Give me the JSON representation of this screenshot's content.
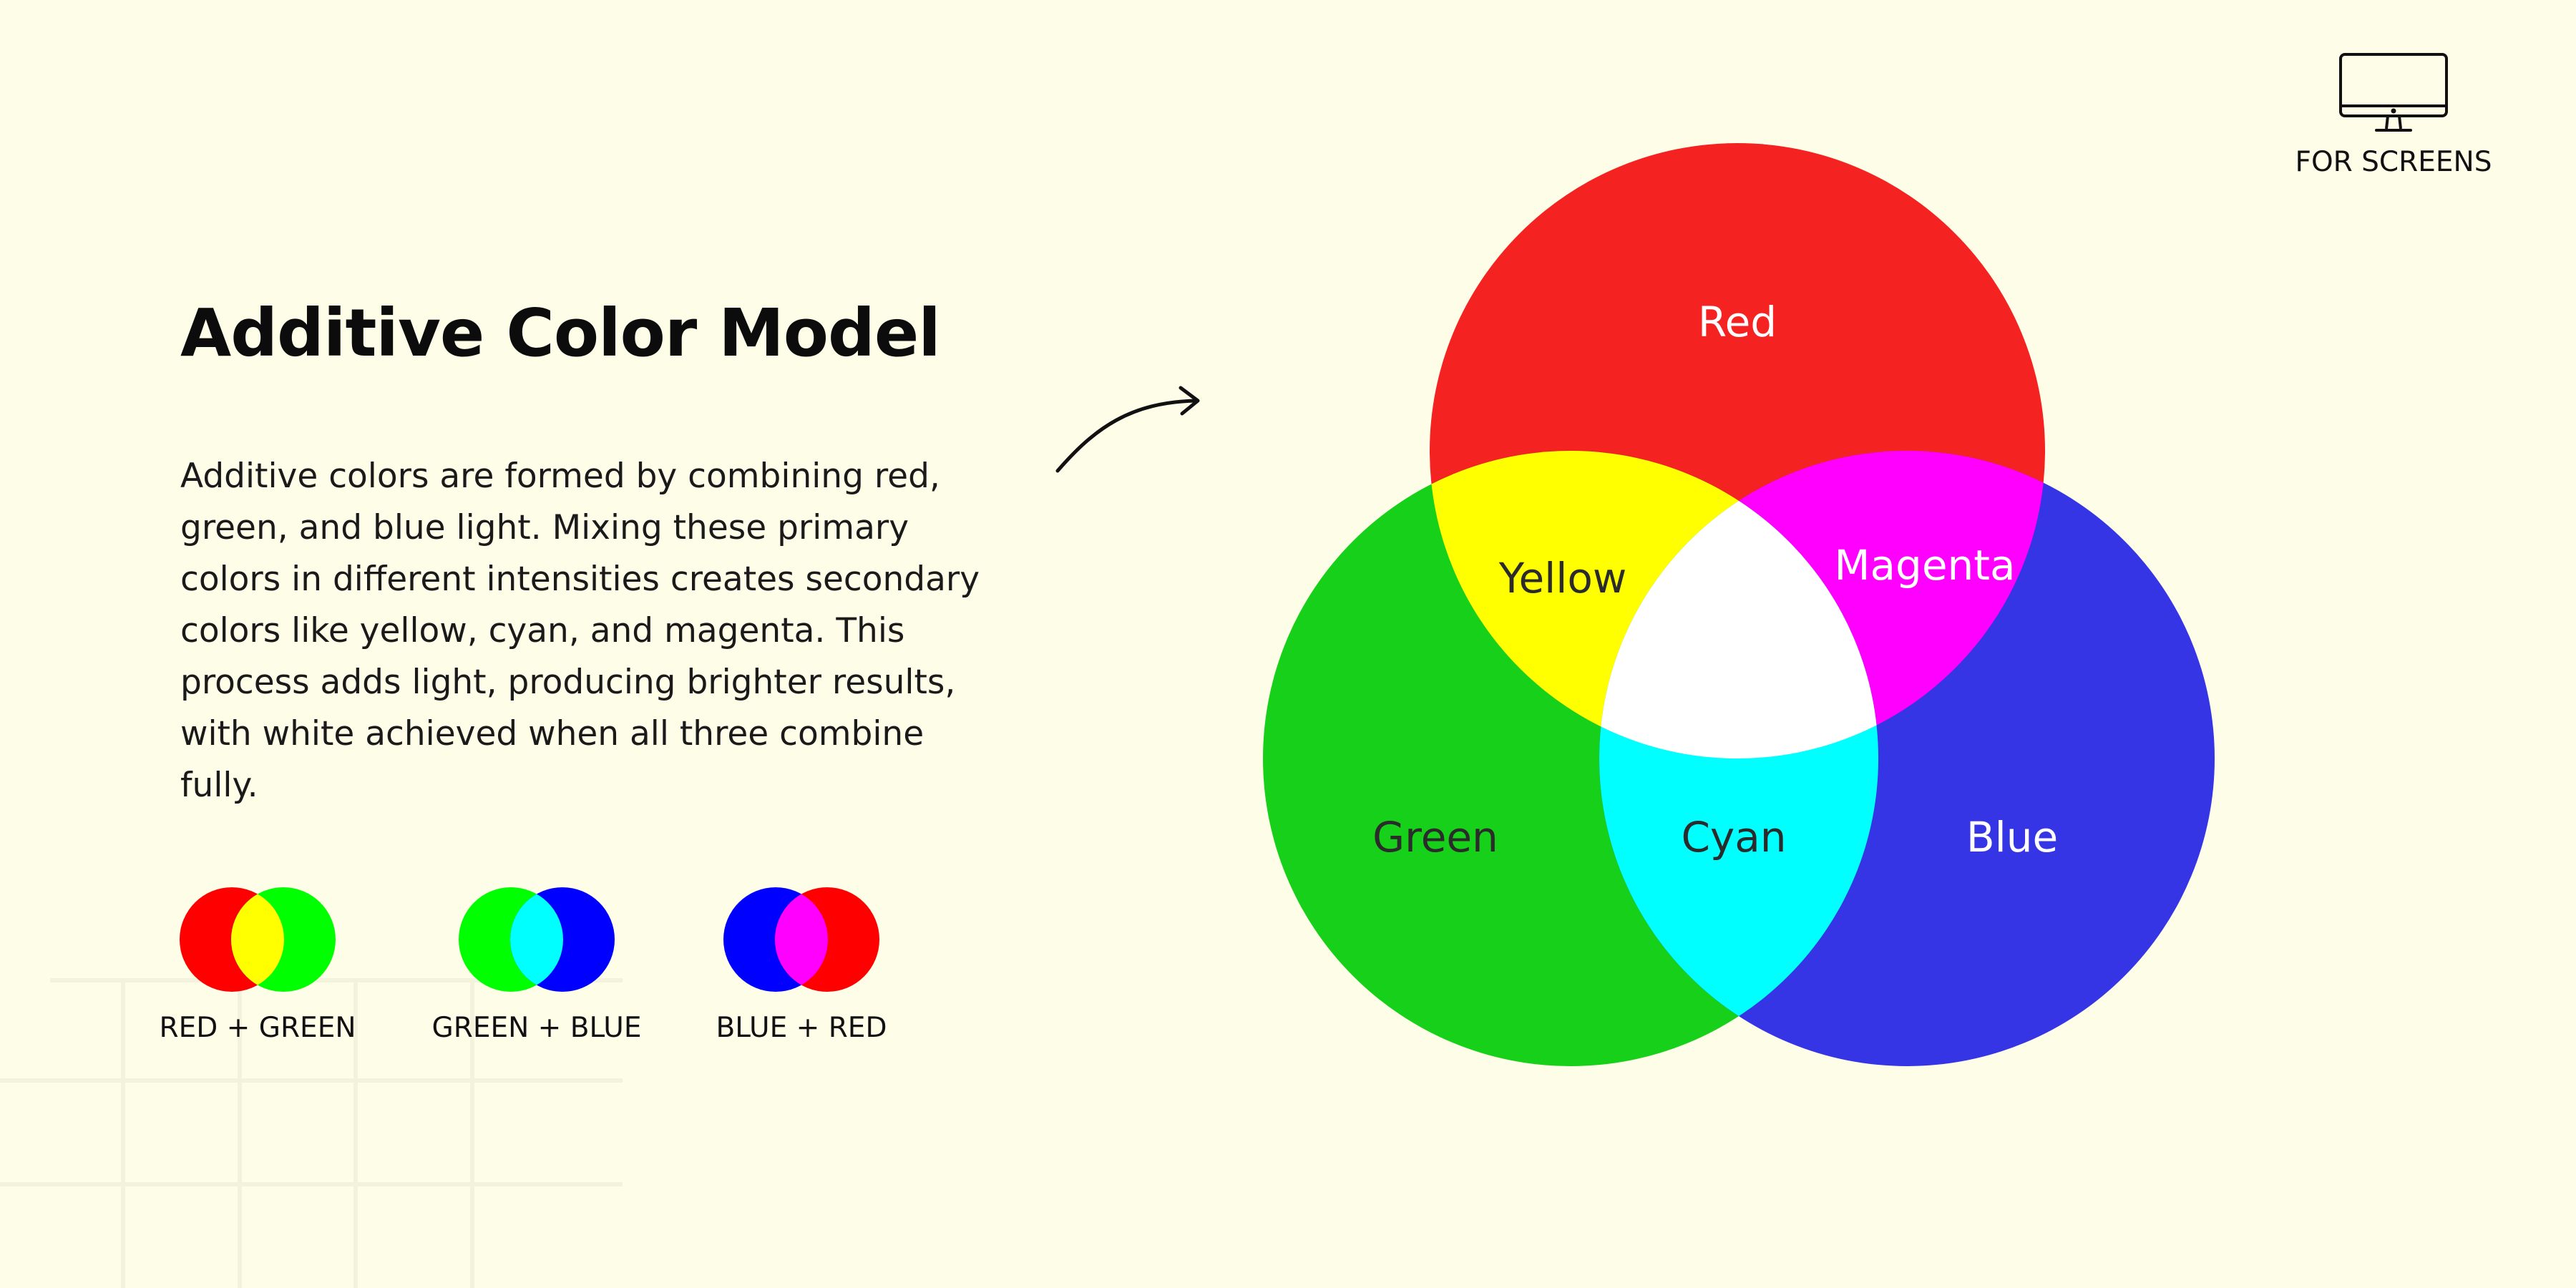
{
  "header": {
    "badge_label": "FOR SCREENS",
    "badge_icon": "monitor-icon"
  },
  "main": {
    "title": "Additive Color Model",
    "description": "Additive colors are formed by combining red, green, and blue light. Mixing these primary colors in different intensities creates secondary colors like yellow, cyan, and magenta. This process adds light, producing brighter results, with white achieved when all three combine fully."
  },
  "examples": [
    {
      "label": "RED + GREEN",
      "left_color": "#FF0000",
      "right_color": "#00FF00",
      "overlap_color": "#FFFF00"
    },
    {
      "label": "GREEN + BLUE",
      "left_color": "#00FF00",
      "right_color": "#0000FF",
      "overlap_color": "#00FFFF"
    },
    {
      "label": "BLUE + RED",
      "left_color": "#0000FF",
      "right_color": "#FF0000",
      "overlap_color": "#FF00FF"
    }
  ],
  "venn": {
    "circles": [
      {
        "name": "Red",
        "label": "Red",
        "color": "#F52222"
      },
      {
        "name": "Green",
        "label": "Green",
        "color": "#17D019"
      },
      {
        "name": "Blue",
        "label": "Blue",
        "color": "#3535E6"
      }
    ],
    "overlaps": [
      {
        "label": "Yellow",
        "color": "#FFFF00"
      },
      {
        "label": "Magenta",
        "color": "#FF00FF"
      },
      {
        "label": "Cyan",
        "color": "#00FFFF"
      },
      {
        "label": "",
        "color": "#FFFFFF"
      }
    ]
  }
}
